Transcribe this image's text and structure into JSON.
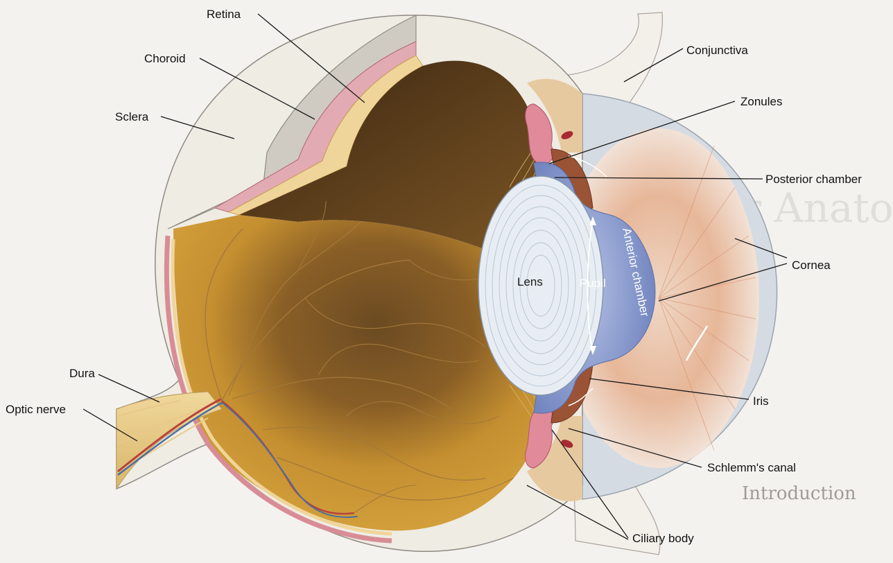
{
  "labels": {
    "retina": "Retina",
    "choroid": "Choroid",
    "sclera": "Sclera",
    "conjunctiva": "Conjunctiva",
    "zonules": "Zonules",
    "posterior_chamber": "Posterior chamber",
    "cornea": "Cornea",
    "lens": "Lens",
    "pupil": "Pupil",
    "anterior_chamber": "Anterior chamber",
    "iris": "Iris",
    "dura": "Dura",
    "optic_nerve": "Optic nerve",
    "schlemms_canal": "Schlemm's canal",
    "ciliary_body": "Ciliary body"
  },
  "background_page": {
    "heading": "Ocular Anatomy",
    "section": "Introduction"
  },
  "colors": {
    "sclera": "#efece4",
    "choroid": "#e2aab2",
    "retina": "#f0d59a",
    "vitreous": "#c9972f",
    "vessel_red": "#b8423c",
    "vessel_blue": "#4a6fa0",
    "iris": "#9a5334",
    "chamber": "#8e9fd2",
    "lens": "#e7edf3",
    "cornea": "#cfd6df"
  }
}
